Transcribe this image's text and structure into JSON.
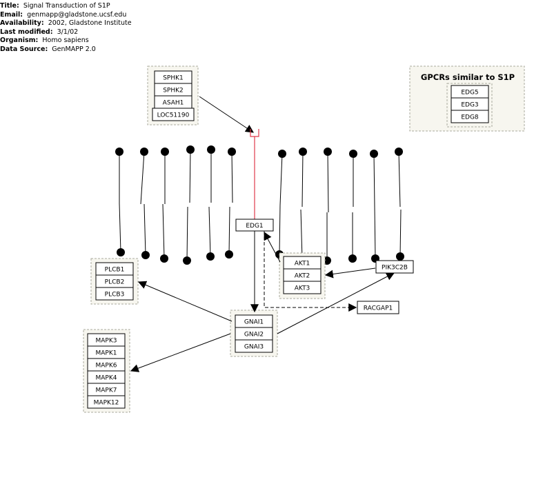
{
  "header": {
    "title_label": "Title:",
    "title_value": "Signal Transduction of S1P",
    "email_label": "Email:",
    "email_value": "genmapp@gladstone.ucsf.edu",
    "availability_label": "Availability:",
    "availability_value": "2002, Gladstone Institute",
    "modified_label": "Last modified:",
    "modified_value": "3/1/02",
    "organism_label": "Organism:",
    "organism_value": "Homo sapiens",
    "source_label": "Data Source:",
    "source_value": "GenMAPP 2.0"
  },
  "colors": {
    "group_fill": "#f7f6ef",
    "group_border": "#a9a99c",
    "inhibition": "#e0394b",
    "line": "#000000"
  },
  "genes": {
    "sphk1": "SPHK1",
    "sphk2": "SPHK2",
    "asah1": "ASAH1",
    "loc51190": "LOC51190",
    "edg5": "EDG5",
    "edg3": "EDG3",
    "edg8": "EDG8",
    "edg1": "EDG1",
    "plcb1": "PLCB1",
    "plcb2": "PLCB2",
    "plcb3": "PLCB3",
    "akt1": "AKT1",
    "akt2": "AKT2",
    "akt3": "AKT3",
    "pik3c2b": "PIK3C2B",
    "racgap1": "RACGAP1",
    "gnai1": "GNAI1",
    "gnai2": "GNAI2",
    "gnai3": "GNAI3",
    "mapk3": "MAPK3",
    "mapk1": "MAPK1",
    "mapk6": "MAPK6",
    "mapk4": "MAPK4",
    "mapk7": "MAPK7",
    "mapk12": "MAPK12"
  },
  "groups": {
    "gpcr_label": "GPCRs similar to S1P"
  }
}
